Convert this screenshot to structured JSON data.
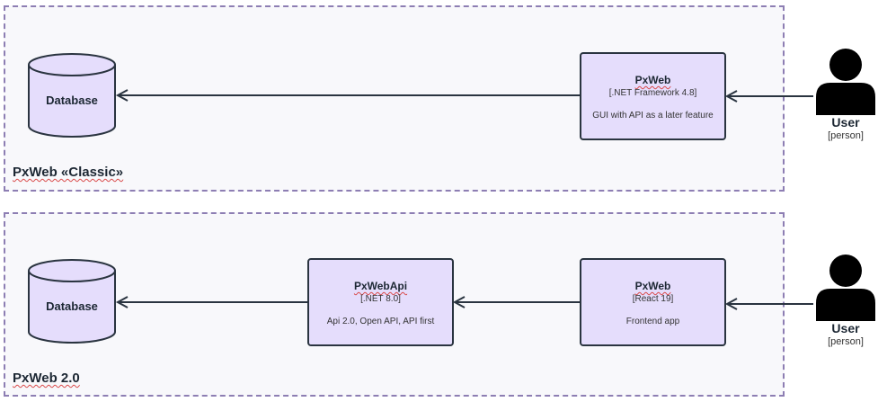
{
  "diagram": {
    "boundaries": [
      {
        "label": "PxWeb «Classic»",
        "database": {
          "label": "Database"
        },
        "containers": [
          {
            "title": "PxWeb",
            "tech": "[.NET Framework 4.8]",
            "desc": "GUI with API as a later feature"
          }
        ],
        "person": {
          "name": "User",
          "type": "[person]"
        }
      },
      {
        "label": "PxWeb 2.0",
        "database": {
          "label": "Database"
        },
        "containers": [
          {
            "title": "PxWebApi",
            "tech": "[.NET 8.0]",
            "desc": "Api 2.0, Open API, API first"
          },
          {
            "title": "PxWeb",
            "tech": "[React 19]",
            "desc": "Frontend app"
          }
        ],
        "person": {
          "name": "User",
          "type": "[person]"
        }
      }
    ],
    "colors": {
      "boundary_border": "#8d7eb3",
      "container_fill": "#e5ddfc",
      "stroke": "#2a3440",
      "person": "#000000"
    }
  }
}
